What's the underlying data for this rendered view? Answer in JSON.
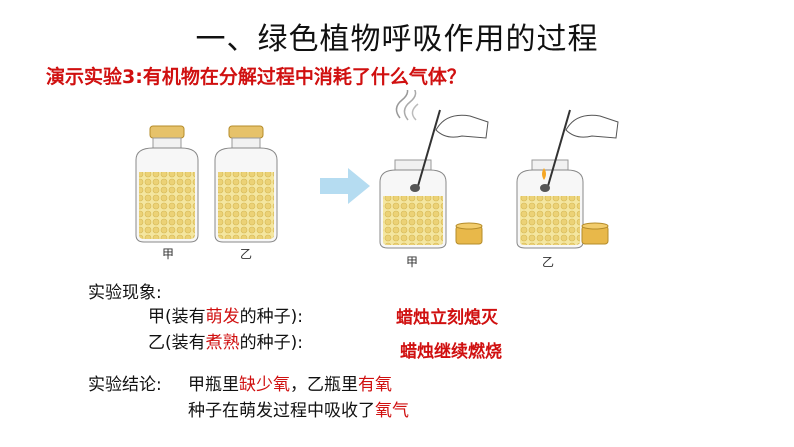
{
  "title": "一、绿色植物呼吸作用的过程",
  "subtitle": "演示实验3:有机物在分解过程中消耗了什么气体？",
  "illustration": {
    "jar_labels_left": [
      "甲",
      "乙"
    ],
    "jar_labels_right": [
      "甲",
      "乙"
    ]
  },
  "observation": {
    "heading": "实验现象:",
    "rows": [
      {
        "prefix": "甲(装有",
        "highlight": "萌发",
        "suffix": "的种子):",
        "result": "蜡烛立刻熄灭"
      },
      {
        "prefix": "乙(装有",
        "highlight": "煮熟",
        "suffix": "的种子):",
        "result": "蜡烛继续燃烧"
      }
    ]
  },
  "conclusion": {
    "heading": "实验结论:",
    "line1_a": "甲瓶里",
    "line1_b": "缺少氧",
    "line1_c": "，乙瓶里",
    "line1_d": "有氧",
    "line2_a": "种子在萌发过程中吸收了",
    "line2_b": "氧气"
  },
  "colors": {
    "highlight": "#d01010",
    "seed": "#f2e08a",
    "lid": "#e0b24a",
    "arrow": "#8fc8e8"
  }
}
